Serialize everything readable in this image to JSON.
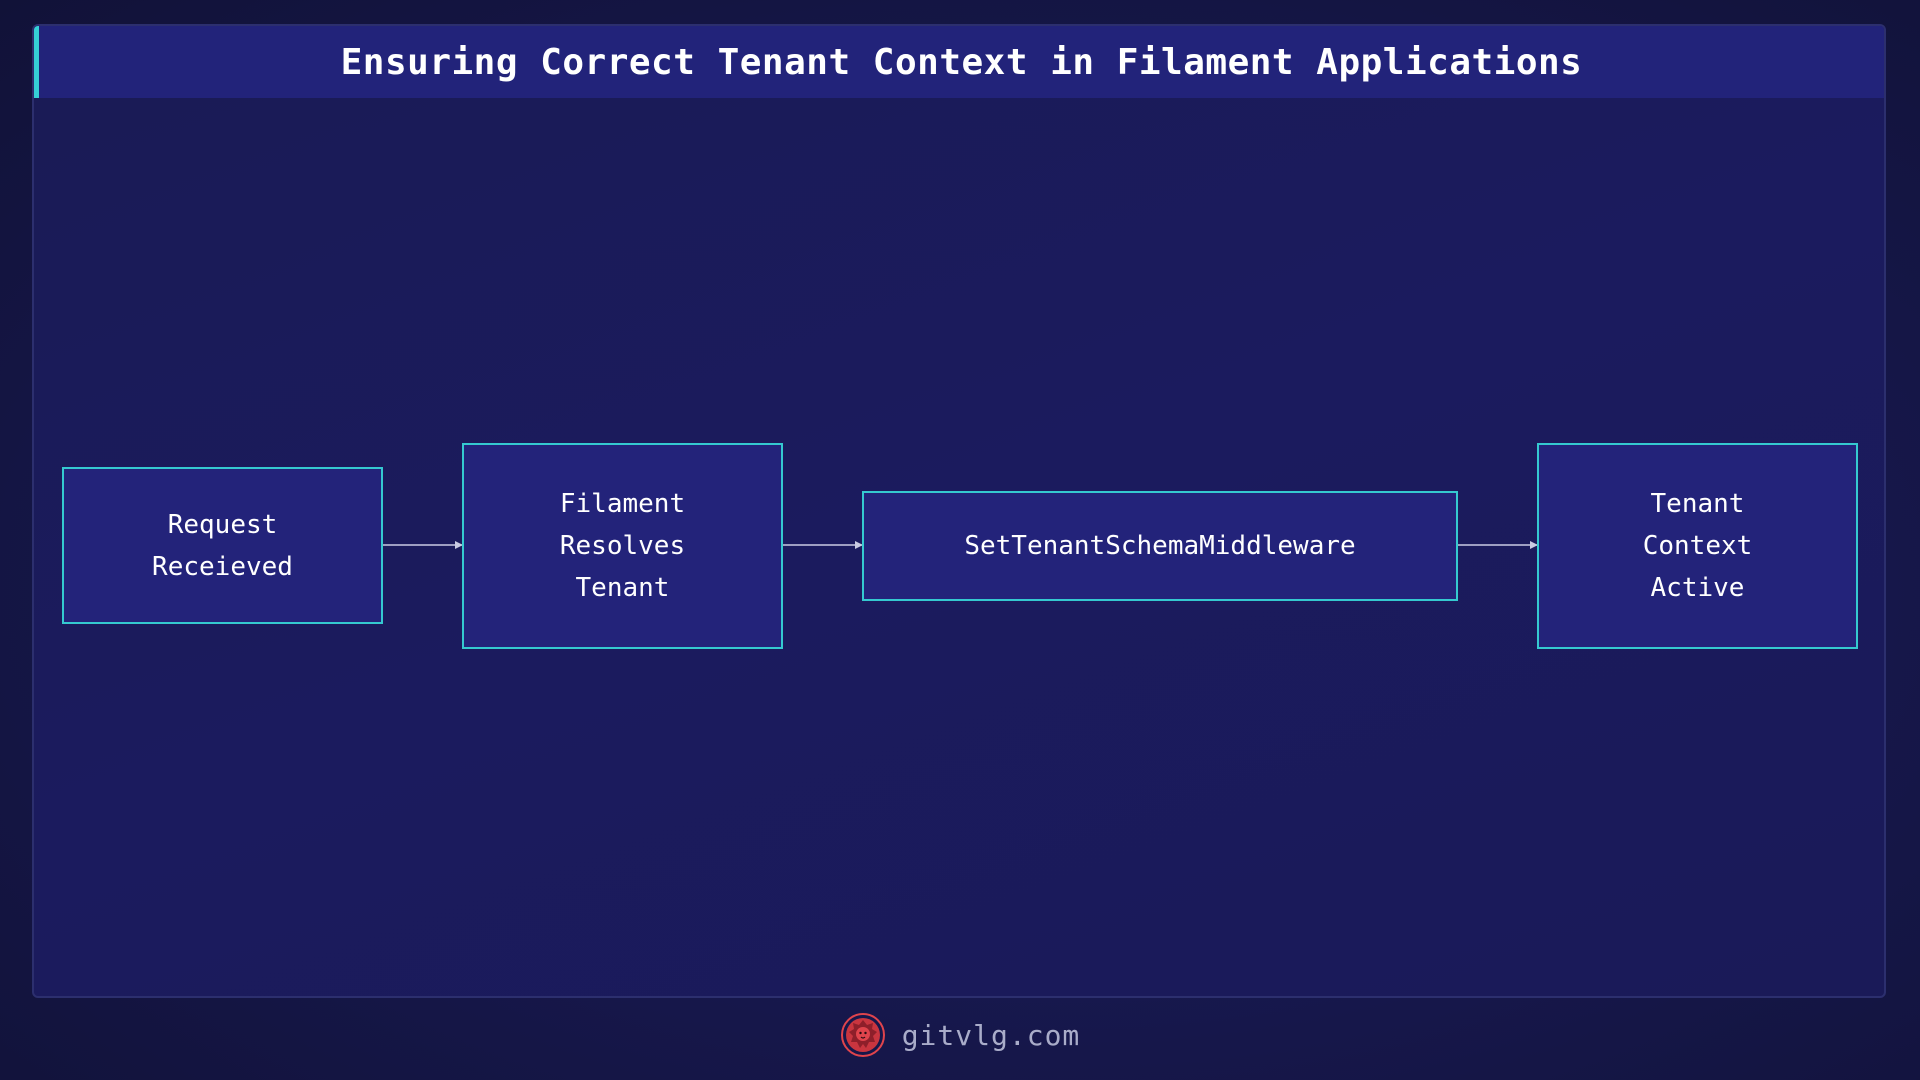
{
  "title": "Ensuring Correct Tenant Context in Filament Applications",
  "nodes": [
    {
      "label": "Request\nReceieved"
    },
    {
      "label": "Filament\nResolves\nTenant"
    },
    {
      "label": "SetTenantSchemaMiddleware"
    },
    {
      "label": "Tenant\nContext\nActive"
    }
  ],
  "footer": {
    "site": "gitvlg.com",
    "logo_icon": "lion-logo-icon"
  },
  "colors": {
    "accent": "#35d0d6",
    "node_fill": "#23237a",
    "node_border": "#35c9d0",
    "edge": "#c9cbe3",
    "logo": "#e0444c"
  }
}
